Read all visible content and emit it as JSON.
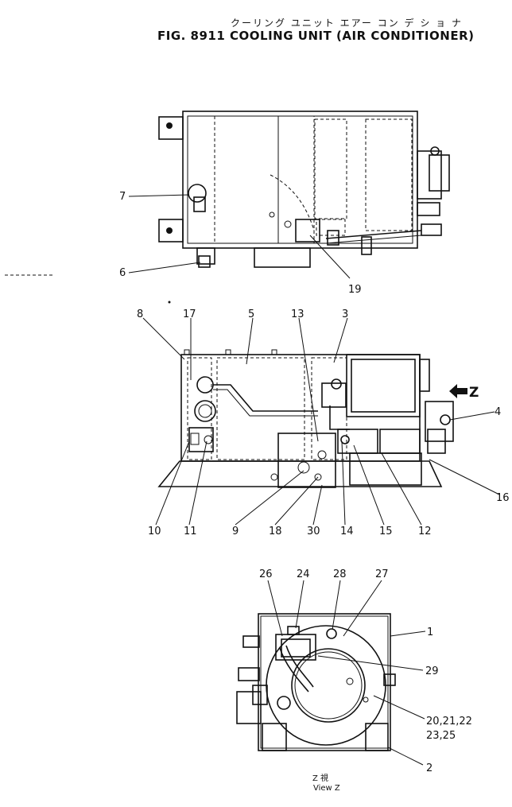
{
  "header": {
    "japanese_title": "クーリング ユニット エアー コン デ シ ョ ナ",
    "figure_title": "FIG. 8911 COOLING UNIT (AIR CONDITIONER)"
  },
  "views": {
    "top": {
      "callouts": [
        "7",
        "6",
        "19"
      ]
    },
    "side": {
      "callouts": [
        "8",
        "17",
        "5",
        "13",
        "3",
        "4",
        "16",
        "10",
        "11",
        "9",
        "18",
        "30",
        "14",
        "15",
        "12"
      ],
      "arrow_label": "Z"
    },
    "end": {
      "callouts": [
        "26",
        "24",
        "28",
        "27",
        "1",
        "29",
        "20,21,22",
        "23,25",
        "2"
      ],
      "caption_line1": "Z 視",
      "caption_line2": "View Z"
    }
  }
}
